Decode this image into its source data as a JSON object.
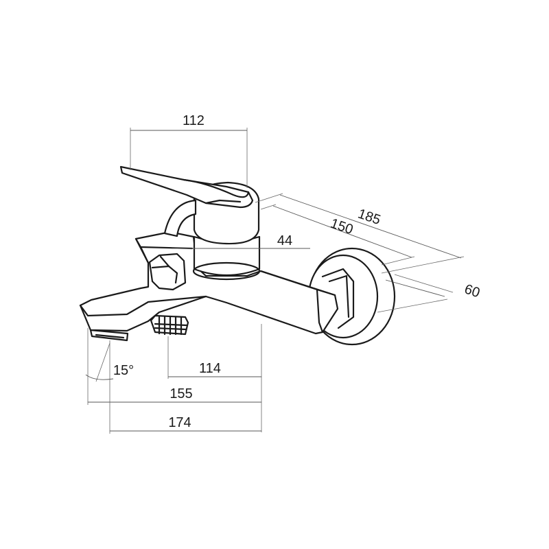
{
  "dimensions": {
    "d112": "112",
    "d185": "185",
    "d150": "150",
    "d44": "44",
    "d60": "60",
    "d15": "15°",
    "d114": "114",
    "d155": "155",
    "d174": "174"
  }
}
